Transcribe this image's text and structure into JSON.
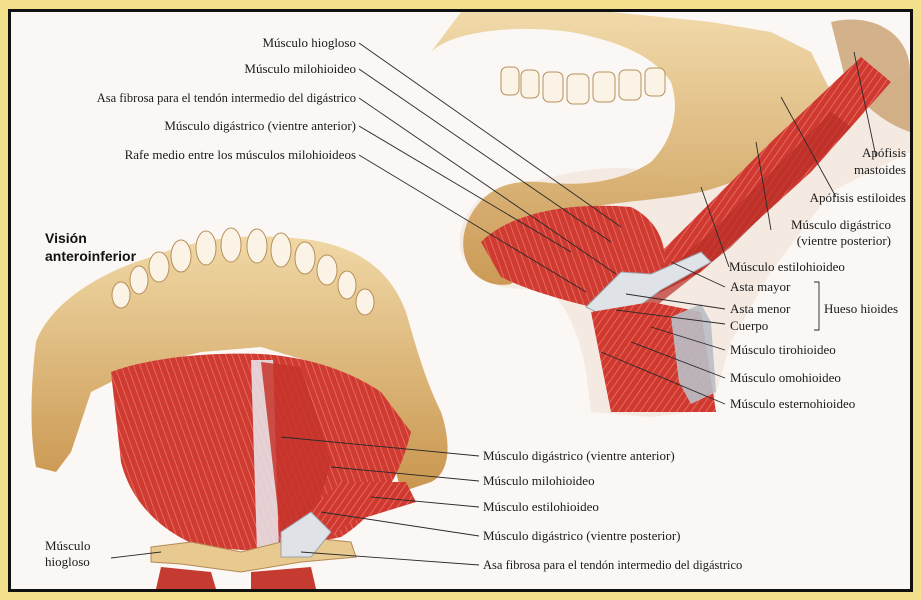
{
  "view_title_line1": "Visión",
  "view_title_line2": "anteroinferior",
  "lateral_labels": {
    "hiogloso": "Músculo hiogloso",
    "milohioideo": "Músculo milohioideo",
    "asa_fibrosa": "Asa fibrosa para el tendón intermedio del digástrico",
    "digastrico_anterior": "Músculo digástrico (vientre anterior)",
    "rafe_medio": "Rafe medio entre los músculos milohioideos",
    "apofisis_mastoides_1": "Apófisis",
    "apofisis_mastoides_2": "mastoides",
    "apofisis_estiloides": "Apófisis estiloides",
    "digastrico_posterior_1": "Músculo digástrico",
    "digastrico_posterior_2": "(vientre posterior)",
    "estilohioideo": "Músculo estilohioideo",
    "asta_mayor": "Asta mayor",
    "asta_menor": "Asta menor",
    "cuerpo": "Cuerpo",
    "hueso_hioides": "Hueso hioides",
    "tirohioideo": "Músculo tirohioideo",
    "omohioideo": "Músculo omohioideo",
    "esternohioideo": "Músculo esternohioideo"
  },
  "inferior_labels": {
    "digastrico_anterior": "Músculo digástrico (vientre anterior)",
    "milohioideo": "Músculo milohioideo",
    "estilohioideo": "Músculo estilohioideo",
    "digastrico_posterior": "Músculo digástrico (vientre posterior)",
    "asa_fibrosa": "Asa fibrosa para el tendón intermedio del digástrico",
    "hiogloso_1": "Músculo",
    "hiogloso_2": "hiogloso"
  },
  "colors": {
    "frame": "#f3e08c",
    "background": "#fbf7f4",
    "bone": "#e8c98f",
    "bone_shadow": "#c99a5a",
    "muscle": "#d8423a",
    "muscle_dark": "#a8231f",
    "tendon": "#d9dde3",
    "leader": "#2a2a2a"
  }
}
